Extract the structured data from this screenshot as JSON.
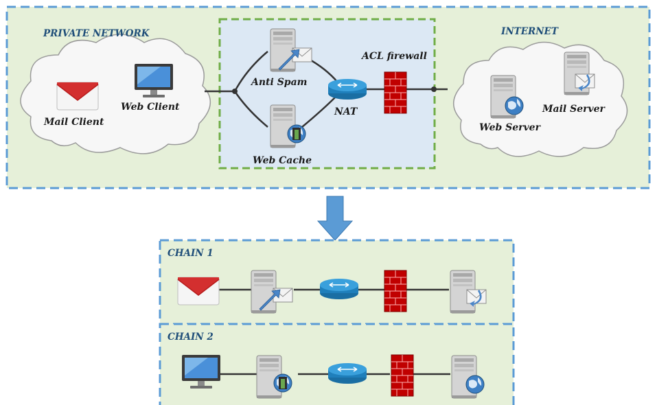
{
  "top": {
    "private_network_label": "PRIVATE NETWORK",
    "internet_label": "INTERNET",
    "nodes": {
      "mail_client": "Mail Client",
      "web_client": "Web Client",
      "anti_spam": "Anti Spam",
      "web_cache": "Web Cache",
      "nat": "NAT",
      "acl_firewall": "ACL firewall",
      "web_server": "Web Server",
      "mail_server": "Mail Server"
    }
  },
  "chains": [
    {
      "label": "CHAIN 1",
      "nodes": [
        "mail-client-icon",
        "anti-spam-server-icon",
        "router-icon",
        "firewall-icon",
        "mail-server-icon"
      ]
    },
    {
      "label": "CHAIN 2",
      "nodes": [
        "monitor-icon",
        "web-cache-server-icon",
        "router-icon",
        "firewall-icon",
        "web-server-icon"
      ]
    }
  ],
  "colors": {
    "outer_fill": "#e6f0d9",
    "outer_border": "#5b9bd5",
    "inner_fill": "#dce8f4",
    "inner_border": "#70ad47",
    "arrow": "#5b9bd5",
    "router": "#2f8fc9",
    "firewall": "#c00000"
  }
}
